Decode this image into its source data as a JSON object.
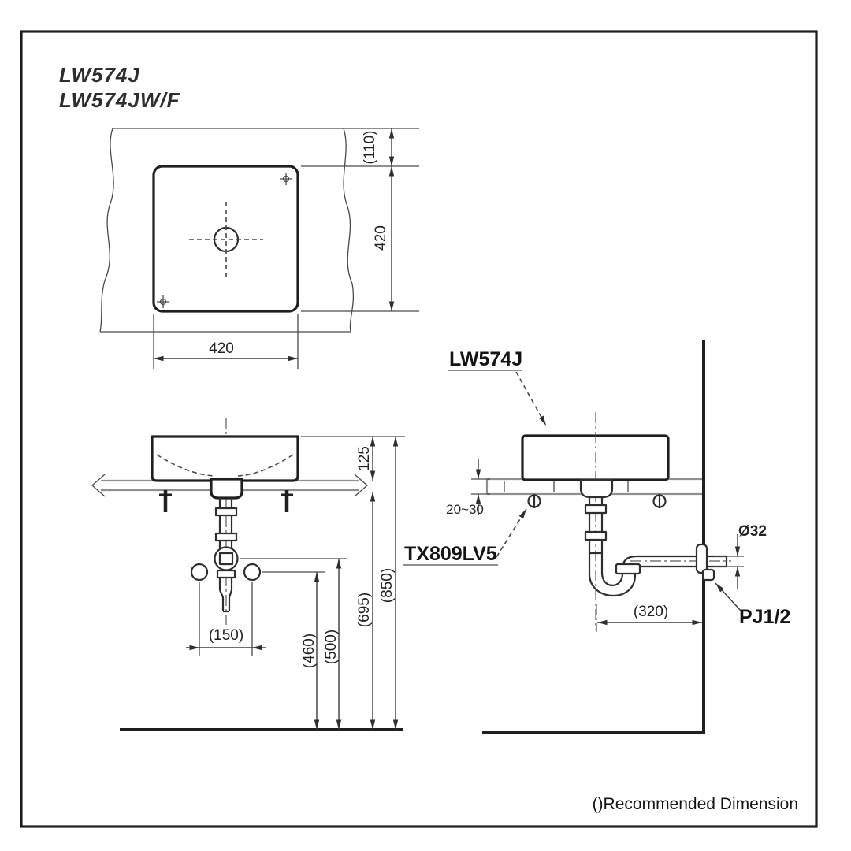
{
  "drawing": {
    "title": {
      "line1": "LW574J",
      "line2": "LW574JW/F"
    },
    "footnote": "()Recommended Dimension",
    "top_view": {
      "dim_cutout_setback": "(110)",
      "dim_depth": "420",
      "dim_width": "420"
    },
    "front_view": {
      "dim_basin_height": "125",
      "dim_rim_height": "(850)",
      "dim_counter_clearance": "(695)",
      "dim_trap_center_height": "(500)",
      "dim_supply_height": "(460)",
      "dim_supply_spacing": "(150)"
    },
    "side_view": {
      "label_basin_model": "LW574J",
      "label_drain_model": "TX809LV5",
      "label_wall_fitting": "PJ1/2",
      "dim_counter_thickness": "20~30",
      "dim_trap_to_wall": "(320)",
      "dim_pipe_diameter": "Ø32"
    }
  }
}
